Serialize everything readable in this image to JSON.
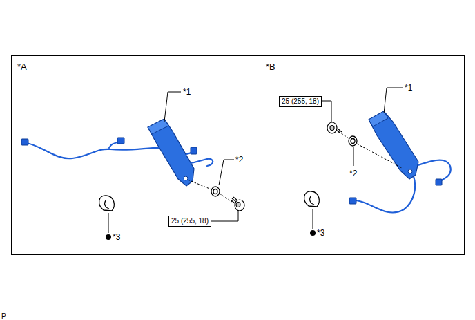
{
  "diagram": {
    "nodes": [
      {
        "text": [
          "*A"
        ]
      },
      {
        "text": [
          "25 (255, 18)"
        ],
        "in": 0
      },
      {
        "text": [
          "*B"
        ]
      },
      {
        "text": [
          "25 (255, 18)"
        ],
        "in": 2
      }
    ],
    "labels": [
      "*1",
      "*2",
      "*3",
      "*1",
      "*2",
      "*3",
      "P"
    ]
  }
}
